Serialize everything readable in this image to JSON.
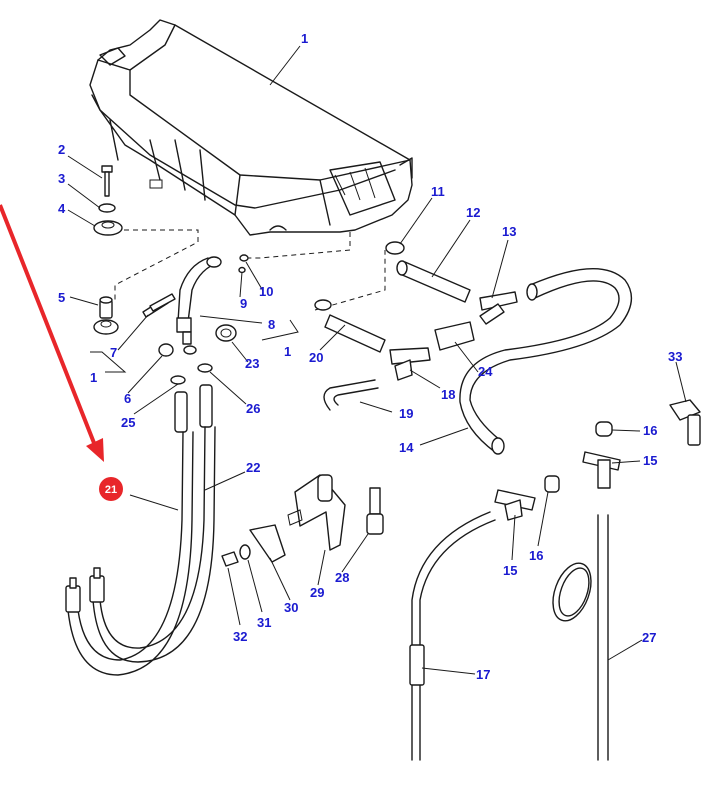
{
  "callouts": [
    {
      "label": "1"
    },
    {
      "label": "2"
    },
    {
      "label": "3"
    },
    {
      "label": "4"
    },
    {
      "label": "5"
    },
    {
      "label": "7"
    },
    {
      "label": "1"
    },
    {
      "label": "6"
    },
    {
      "label": "25"
    },
    {
      "label": "26"
    },
    {
      "label": "23"
    },
    {
      "label": "1"
    },
    {
      "label": "8"
    },
    {
      "label": "9"
    },
    {
      "label": "10"
    },
    {
      "label": "11"
    },
    {
      "label": "12"
    },
    {
      "label": "13"
    },
    {
      "label": "20"
    },
    {
      "label": "24"
    },
    {
      "label": "18"
    },
    {
      "label": "19"
    },
    {
      "label": "14"
    },
    {
      "label": "33"
    },
    {
      "label": "16"
    },
    {
      "label": "15"
    },
    {
      "label": "22"
    },
    {
      "label": "32"
    },
    {
      "label": "31"
    },
    {
      "label": "30"
    },
    {
      "label": "29"
    },
    {
      "label": "28"
    },
    {
      "label": "15"
    },
    {
      "label": "16"
    },
    {
      "label": "17"
    },
    {
      "label": "27"
    }
  ],
  "highlight": {
    "label": "21",
    "color": "#e8262a"
  },
  "colors": {
    "callout": "#1a1ad0",
    "line": "#1a1a1a",
    "arrow": "#e8262a"
  }
}
